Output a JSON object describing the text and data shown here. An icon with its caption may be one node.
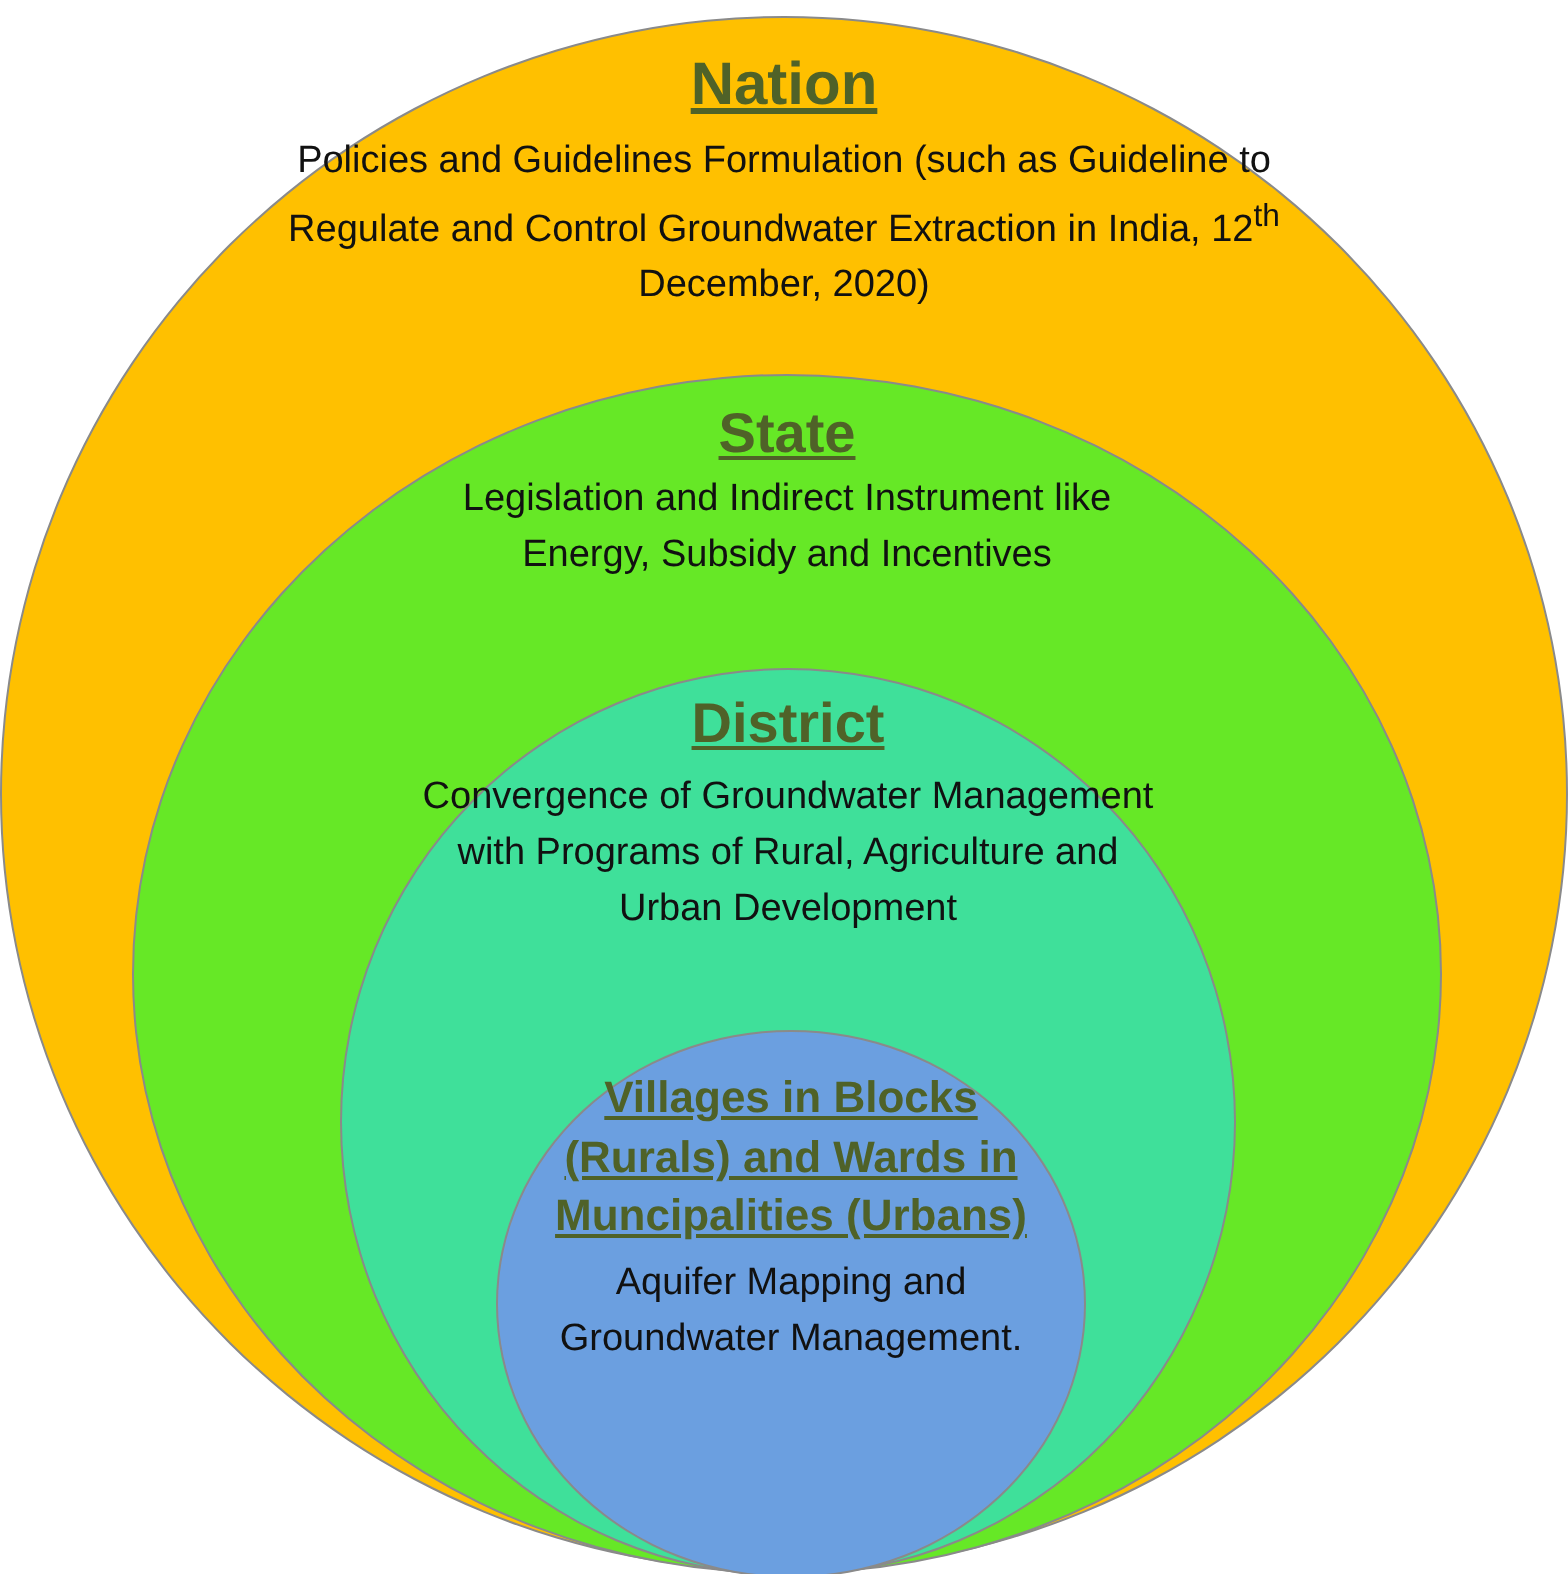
{
  "diagram": {
    "nodes": [
      {
        "text": [
          "Nation",
          "Policies and Guidelines Formulation (such as Guideline to Regulate and Control Groundwater Extraction in India, 12$^{th}$ December, 2020)"
        ]
      },
      {
        "text": [
          "State",
          "Legislation and Indirect Instrument like Energy, Subsidy and Incentives"
        ],
        "in": 0
      },
      {
        "text": [
          "District",
          "Convergence of Groundwater Management with Programs of Rural, Agriculture and Urban Development"
        ],
        "in": 1
      },
      {
        "text": [
          "Villages in Blocks (Rurals) and Wards in Muncipalities (Urbans)",
          "Aquifer Mapping and Groundwater Management."
        ],
        "in": 2
      }
    ]
  }
}
